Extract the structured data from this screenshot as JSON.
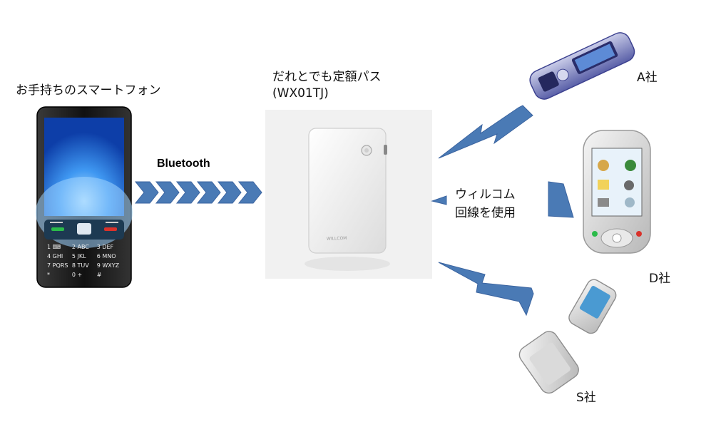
{
  "labels": {
    "smartphone": "お手持ちのスマートフォン",
    "bluetooth": "Bluetooth",
    "device_name": "だれとでも定額パス",
    "device_model": "(WX01TJ)",
    "carrier_a": "A社",
    "carrier_d": "D社",
    "carrier_s": "S社",
    "line_line1": "ウィルコム",
    "line_line2": "回線を使用"
  },
  "phone_keys": [
    [
      "1 ⌨",
      "2 ABC",
      "3 DEF"
    ],
    [
      "4 GHI",
      "5 JKL",
      "6 MNO"
    ],
    [
      "7 PQRS",
      "8 TUV",
      "9 WXYZ"
    ],
    [
      "*",
      "0 +",
      "#"
    ]
  ],
  "router_brand": "WILLCOM",
  "colors": {
    "arrow_blue": "#4a7ab5",
    "arrow_stroke": "#3b64a0",
    "phone_body": "#1c1c1c",
    "screen_blue": "#1f6fd1"
  }
}
